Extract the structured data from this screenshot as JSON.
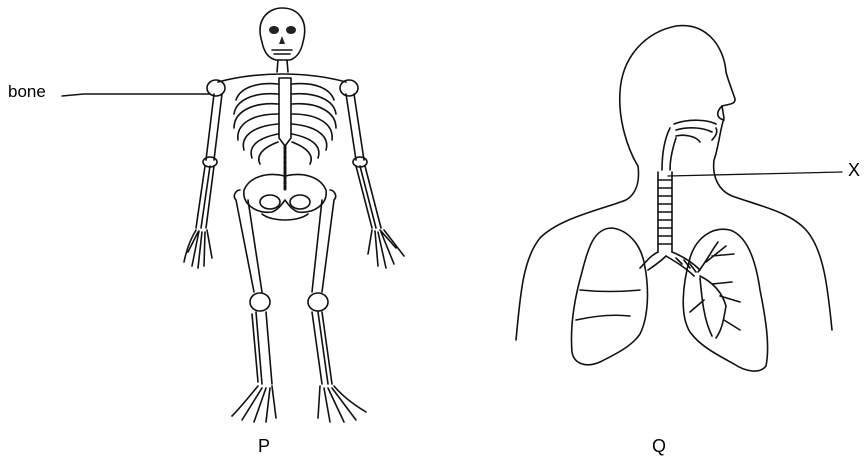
{
  "labels": {
    "bone": "bone",
    "x": "X",
    "p": "P",
    "q": "Q"
  },
  "colors": {
    "ink": "#111111",
    "background": "#ffffff"
  }
}
